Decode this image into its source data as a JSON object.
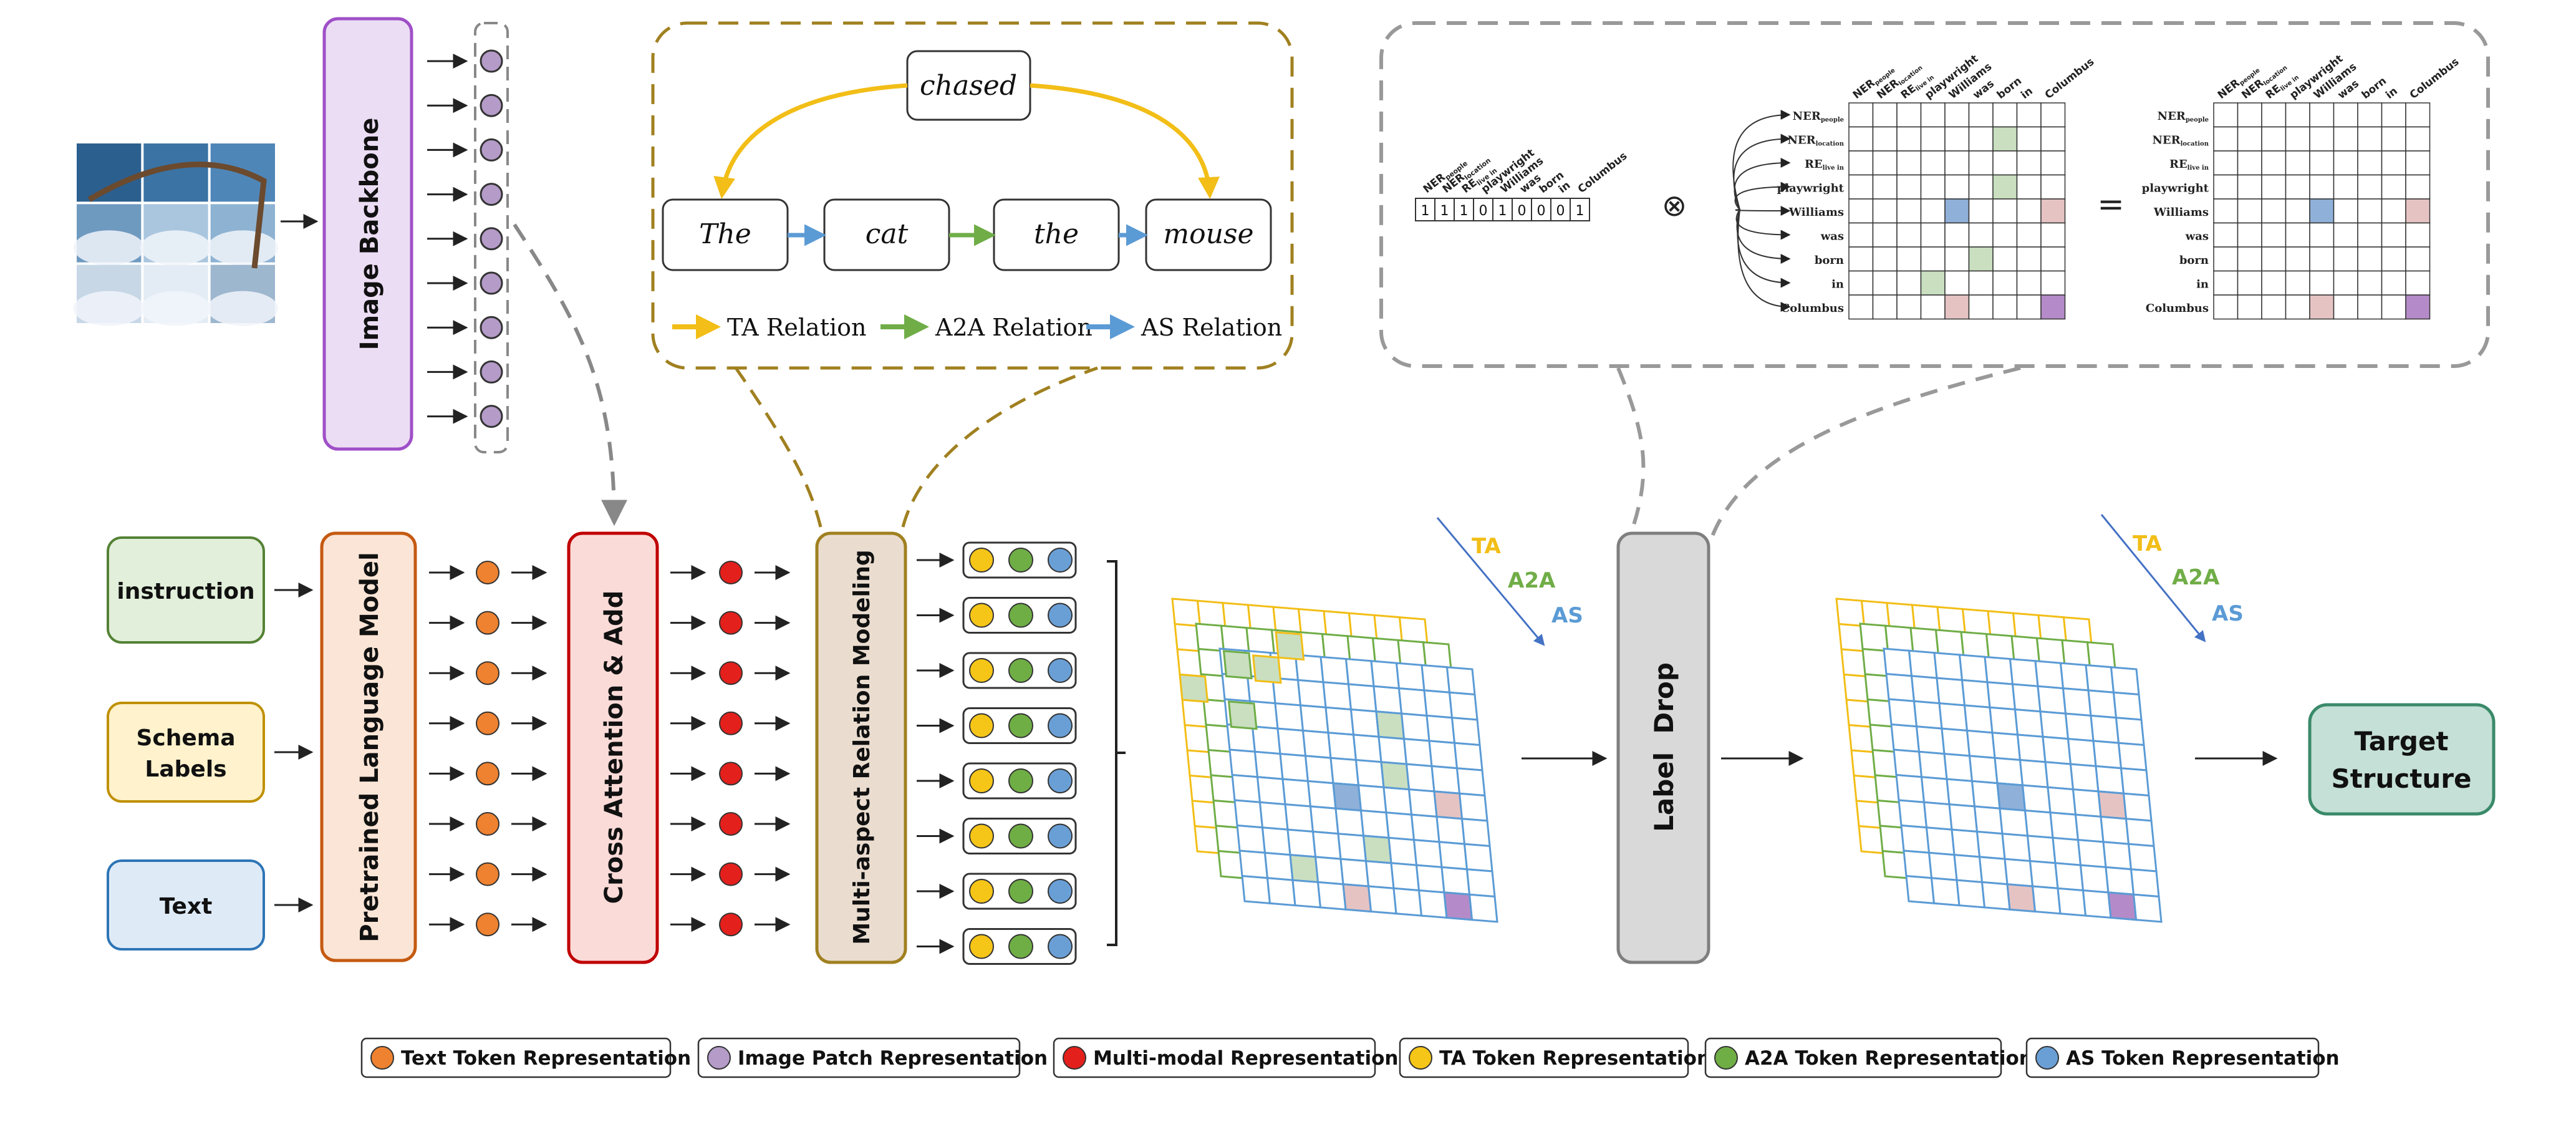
{
  "image_backbone": {
    "label": "Image Backbone"
  },
  "inputs": {
    "instruction": "instruction",
    "schema": [
      "Schema",
      "Labels"
    ],
    "text": "Text"
  },
  "modules": {
    "plm": "Pretrained Language Model",
    "cross_attention": "Cross Attention & Add",
    "mrm": "Multi-aspect Relation Modeling",
    "label_drop": "Label  Drop",
    "target": [
      "Target",
      "Structure"
    ]
  },
  "relation_example": {
    "head_word": "chased",
    "words": [
      "The",
      "cat",
      "the",
      "mouse"
    ],
    "legend": [
      "TA Relation",
      "A2A Relation",
      "AS Relation"
    ]
  },
  "grid_axes": {
    "ta": "TA",
    "a2a": "A2A",
    "as": "AS"
  },
  "label_matrix": {
    "header_labels": [
      "NER",
      "NER",
      "RE",
      "playwright",
      "Williams",
      "was",
      "born",
      "in",
      "Columbus"
    ],
    "header_subs": [
      "people",
      "location",
      "live in",
      "",
      "",
      "",
      "",
      "",
      ""
    ],
    "mask_values": [
      "1",
      "1",
      "1",
      "0",
      "1",
      "0",
      "0",
      "0",
      "1"
    ],
    "row_labels": [
      "NER",
      "NER",
      "RE",
      "playwright",
      "Williams",
      "was",
      "born",
      "in",
      "Columbus"
    ],
    "row_subs": [
      "people",
      "location",
      "live in",
      "",
      "",
      "",
      "",
      "",
      ""
    ],
    "otimes": "⊗",
    "equals": "="
  },
  "legend": [
    {
      "label": "Text Token Representation",
      "color": "#EE8230"
    },
    {
      "label": "Image Patch Representation",
      "color": "#B49BC8"
    },
    {
      "label": "Multi-modal Representation",
      "color": "#E3201C"
    },
    {
      "label": "TA Token Representation",
      "color": "#F5C518"
    },
    {
      "label": "A2A Token Representation",
      "color": "#6FAE45"
    },
    {
      "label": "AS Token Representation",
      "color": "#6A9FD6"
    }
  ],
  "colors": {
    "ta": "#F2BE17",
    "a2a": "#70AD47",
    "as": "#5B9BD5",
    "text_token": "#EE8230",
    "image_patch": "#B49BC8",
    "multimodal": "#E3201C"
  }
}
